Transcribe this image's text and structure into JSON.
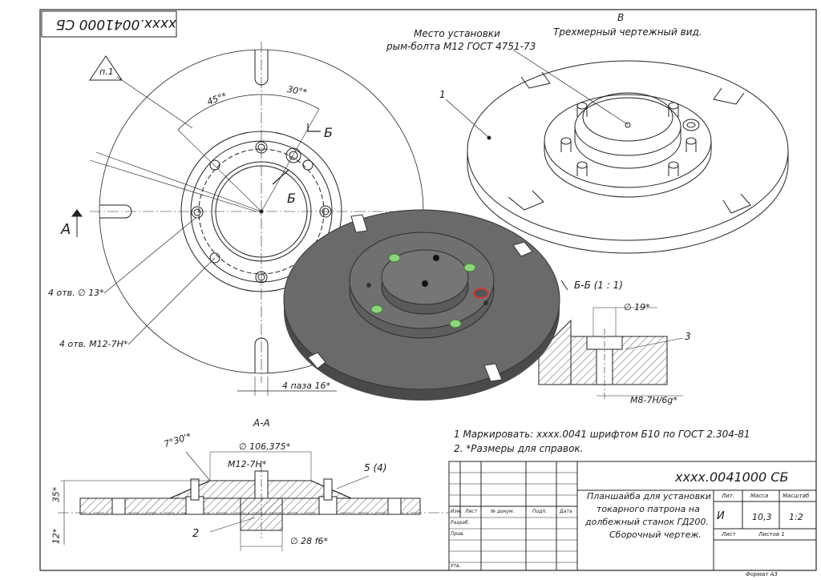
{
  "stamp_top": "xxxx.0041000 СБ",
  "labels": {
    "point_1": "п.1",
    "angle_45": "45°*",
    "angle_30": "30°*",
    "section_b_mark_1": "Б",
    "section_b_mark_2": "Б",
    "view_a": "А",
    "holes_13": "4 отв. ∅ 13*",
    "holes_m12": "4 отв. М12-7Н*",
    "slots": "4 паза 16*",
    "view_b_letter": "В",
    "view_b_title": "Трехмерный чертежный вид.",
    "eyebolt_line1": "Место установки",
    "eyebolt_line2": "рым-болта М12 ГОСТ 4751-73",
    "callout_1": "1",
    "section_bb": "Б-Б (1 : 1)",
    "dia_19": "∅ 19*",
    "callout_3": "3",
    "thread_m8": "М8-7Н/6g*",
    "section_aa": "А-А",
    "angle_7": "7°30'*",
    "dia_106": "∅ 106,375*",
    "thread_m12": "М12-7Н*",
    "callout_5": "5 (4)",
    "dim_35": "35*",
    "dim_12": "12*",
    "callout_2": "2",
    "dia_28": "∅ 28 f6*"
  },
  "notes": [
    "1    Маркировать: xxxx.0041 шрифтом Б10 по ГОСТ 2.304-81",
    "2.    *Размеры для справок."
  ],
  "title_block": {
    "designation": "xxxx.0041000 СБ",
    "name_lines": [
      "Планшайба для установки",
      "токарного патрона на",
      "долбежный станок ГД200.",
      "Сборочный чертеж."
    ],
    "col_izm": "Изм.",
    "col_list": "Лист",
    "col_doc": "№ докум.",
    "col_sign": "Подп.",
    "col_date": "Дата",
    "row_razrab": "Разраб.",
    "row_prov": "Пров.",
    "row_utv": "Утв.",
    "hdr_lit": "Лит.",
    "hdr_mass": "Масса",
    "hdr_scale": "Масштаб",
    "lit_value": "И",
    "mass_value": "10,3",
    "scale_value": "1:2",
    "sheet_label": "Лист",
    "sheets_label": "Листов 1",
    "format": "Формат А3"
  },
  "colors": {
    "ink": "#1a1a1a",
    "model_face": "#595959",
    "model_top": "#6c6c6c",
    "green_bolt": "#8fd37f",
    "red_ring": "#d23a3a"
  }
}
